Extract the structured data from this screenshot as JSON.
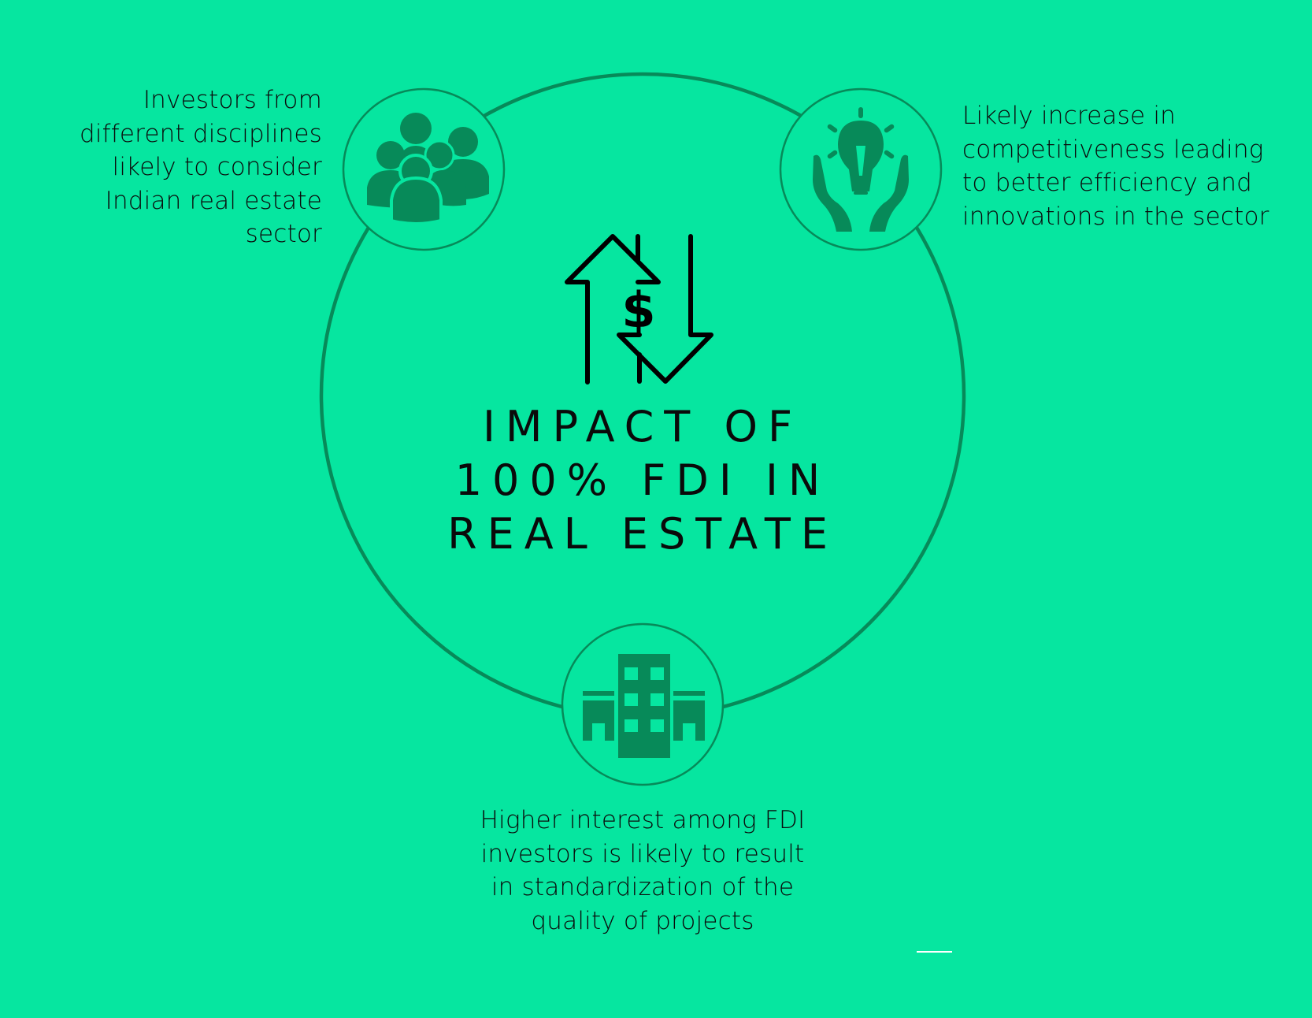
{
  "colors": {
    "background": "#06e6a0",
    "ring": "#078a59",
    "icon_fill": "#078a59",
    "text": "#0b0b0b"
  },
  "title": {
    "lines": [
      "IMPACT OF",
      "100% FDI IN",
      "REAL ESTATE"
    ]
  },
  "center_icon": "dollar-up-down-arrows-icon",
  "nodes": [
    {
      "id": "investors",
      "icon": "people-group-icon",
      "caption_lines": [
        "Investors from",
        "different disciplines",
        "likely to consider",
        "Indian real estate",
        "sector"
      ]
    },
    {
      "id": "competitiveness",
      "icon": "lightbulb-in-hands-icon",
      "caption_lines": [
        "Likely increase in",
        "competitiveness leading",
        "to better efficiency and",
        "innovations in the sector"
      ]
    },
    {
      "id": "standardization",
      "icon": "buildings-icon",
      "caption_lines": [
        "Higher interest among FDI",
        "investors is likely to result",
        "in standardization of the",
        "quality of projects"
      ]
    }
  ]
}
